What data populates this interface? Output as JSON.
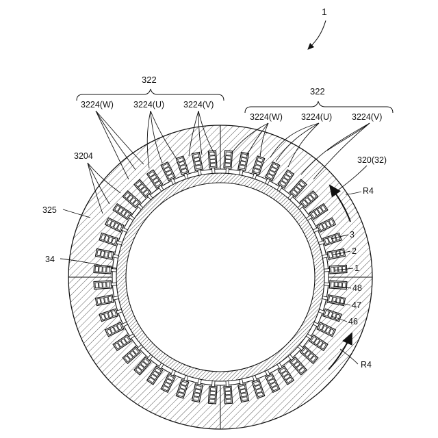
{
  "figure_ref": "1",
  "labels": {
    "group_left": "322",
    "group_right": "322",
    "coil_w": "3224(W)",
    "coil_u": "3224(U)",
    "coil_v": "3224(V)",
    "slot_ref": "3204",
    "outer_ref": "325",
    "inner_ref": "34",
    "core_ref": "320(32)",
    "rotation": "R4",
    "slot_numbers": [
      "3",
      "2",
      "1",
      "48",
      "47",
      "46"
    ]
  },
  "diagram": {
    "slot_count": 48,
    "segment_count": 4
  }
}
